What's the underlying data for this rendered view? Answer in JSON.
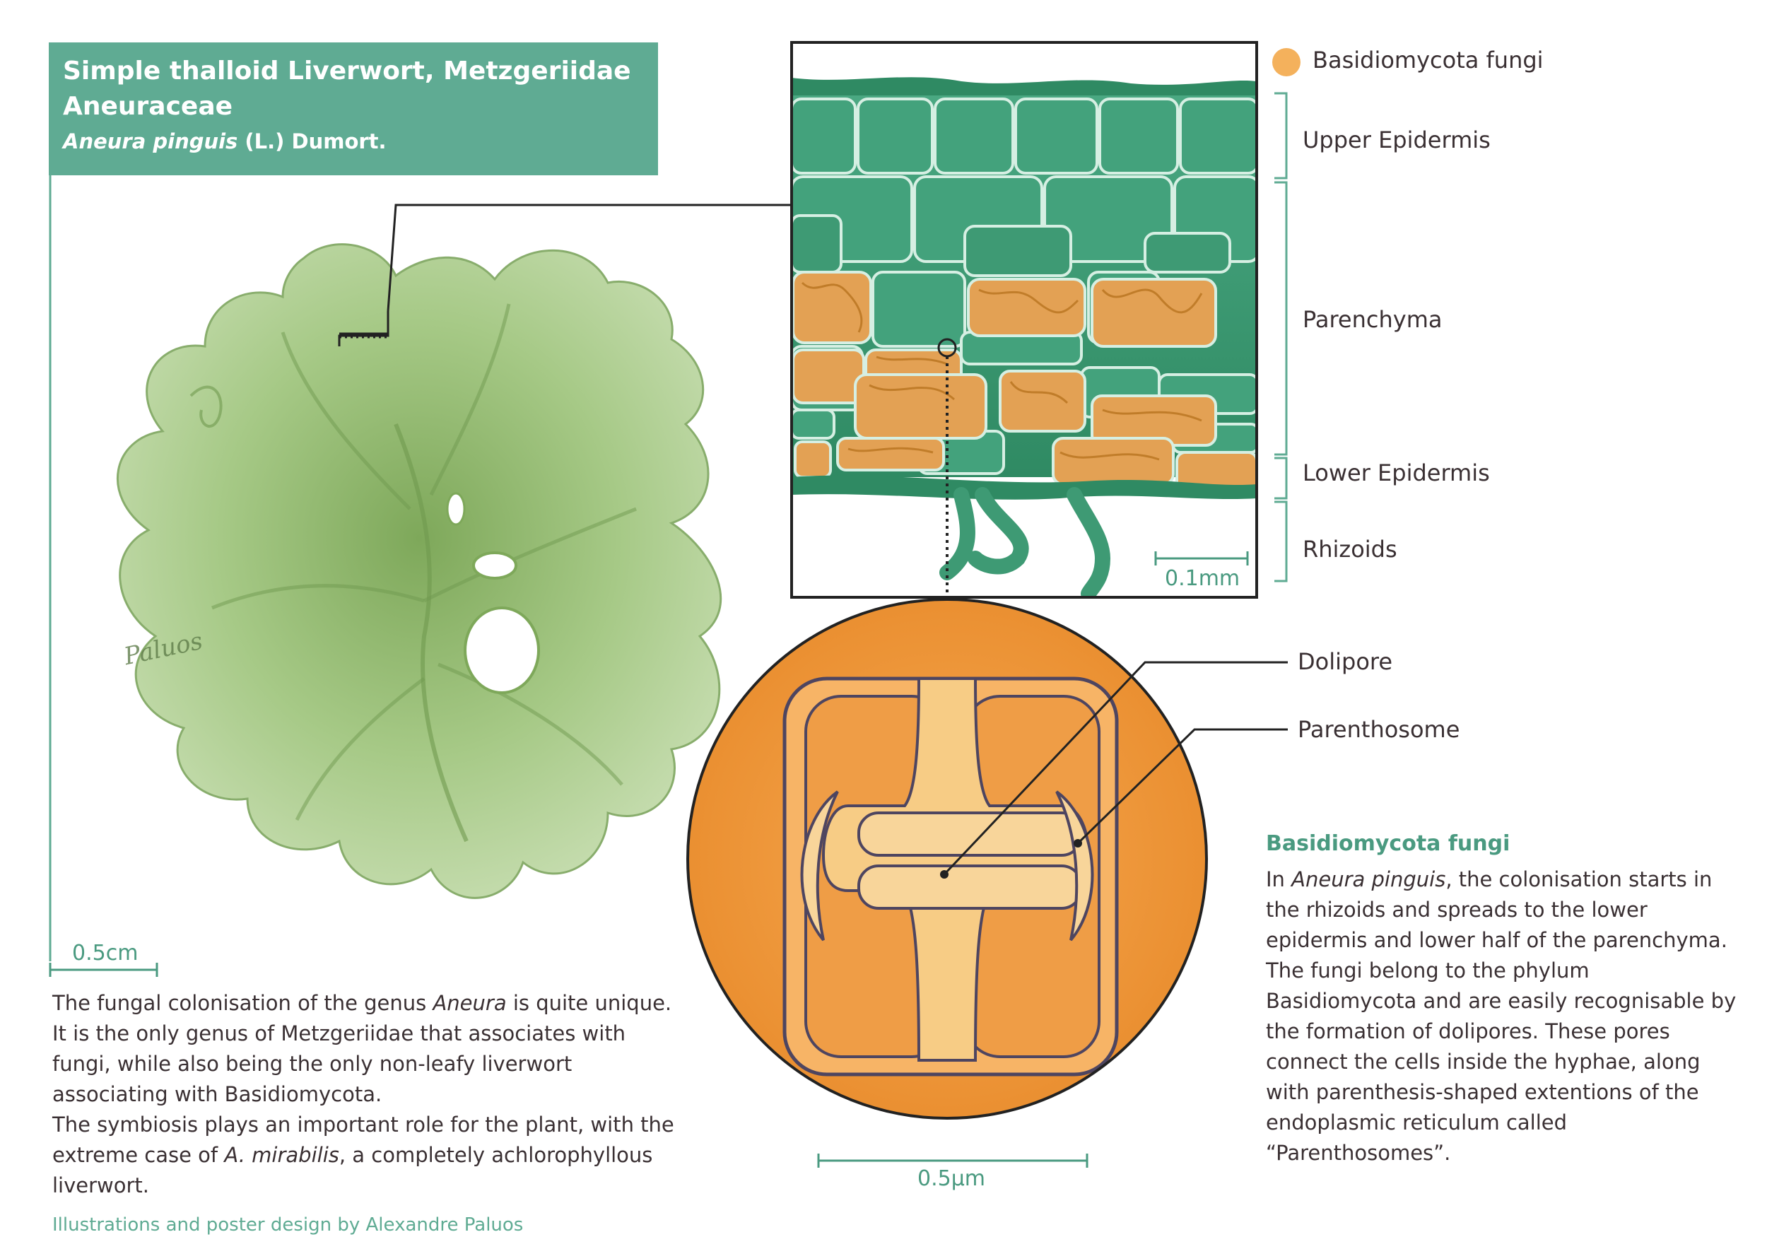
{
  "title": {
    "line1": "Simple thalloid Liverwort, Metzgeriidae",
    "line2": "Aneuraceae",
    "species_italic": "Aneura pinguis",
    "species_author": " (L.) Dumort."
  },
  "legend": {
    "fungi_label": "Basidiomycota fungi",
    "fungi_color": "#f4b15c"
  },
  "layers": {
    "upper_epidermis": "Upper Epidermis",
    "parenchyma": "Parenchyma",
    "lower_epidermis": "Lower Epidermis",
    "rhizoids": "Rhizoids"
  },
  "pore_labels": {
    "dolipore": "Dolipore",
    "parenthosome": "Parenthosome"
  },
  "scales": {
    "plant": "0.5cm",
    "section": "0.1mm",
    "pore": "0.5µm"
  },
  "signature": "Paluos",
  "left_text": {
    "p1_a": "The fungal colonisation of the genus ",
    "p1_genus": "Aneura",
    "p1_b": " is quite unique. It is the only genus of Metzgeriidae that associates with fungi, while also being the only non-leafy liverwort associating with Basidiomycota.",
    "p2_a": "The symbiosis plays an important role for the plant, with the extreme case of ",
    "p2_species": "A. mirabilis",
    "p2_b": ", a completely achlorophyllous liverwort."
  },
  "right_text": {
    "heading": "Basidiomycota fungi",
    "a": "In ",
    "species": "Aneura pinguis",
    "b": ", the colonisation starts in the rhizoids and spreads to the lower epidermis and lower half of the parenchyma. The fungi belong to the phylum Basidiomycota and are easily recognisable by the formation of dolipores. These pores connect the cells inside the hyphae, along with parenthesis-shaped extentions of the endoplasmic reticulum called “Parenthosomes”."
  },
  "credit": "Illustrations and poster design by Alexandre Paluos",
  "colors": {
    "accent_green": "#5fab93",
    "cell_green": "#3e9a74",
    "orange": "#f0a04b",
    "plant_green": "#9cc47a"
  }
}
